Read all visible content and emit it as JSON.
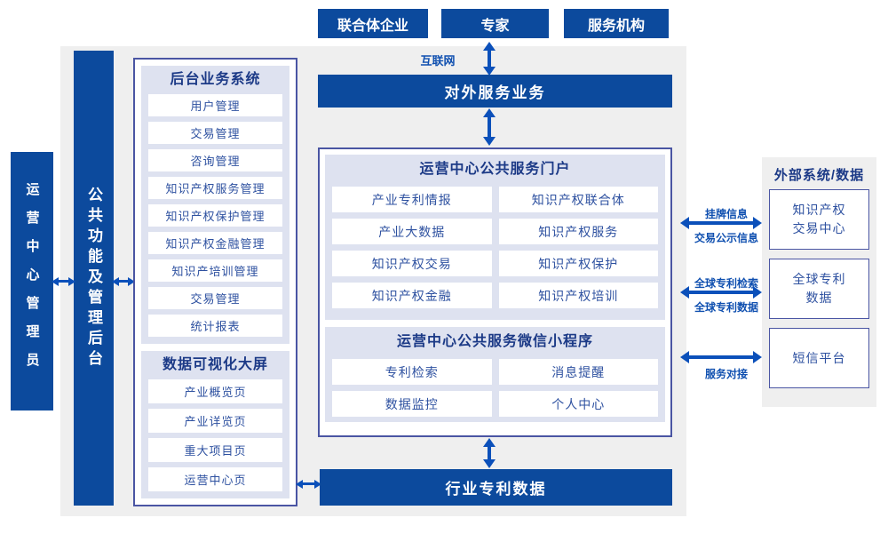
{
  "colors": {
    "primary_blue": "#0c4a9d",
    "arrow_blue": "#0b50ba",
    "panel_border": "#4a55a3",
    "subpanel_bg": "#dee2f0",
    "canvas_gray": "#efefef",
    "item_text": "#2e51a0",
    "title_text": "#1c3a87",
    "link_label_text": "#1050b0"
  },
  "top_actors": {
    "consortium": "联合体企业",
    "expert": "专家",
    "service_org": "服务机构"
  },
  "internet_label": "互联网",
  "external_service_bar": "对外服务业务",
  "left": {
    "admin_box": "运营中心管理员",
    "backend_bar": "公共功能及管理后台"
  },
  "backend_system": {
    "title": "后台业务系统",
    "items": [
      "用户管理",
      "交易管理",
      "咨询管理",
      "知识产权服务管理",
      "知识产权保护管理",
      "知识产权金融管理",
      "知识产培训管理",
      "交易管理",
      "统计报表"
    ]
  },
  "visualization": {
    "title": "数据可视化大屏",
    "items": [
      "产业概览页",
      "产业详览页",
      "重大项目页",
      "运营中心页"
    ]
  },
  "portal": {
    "title": "运营中心公共服务门户",
    "items": [
      "产业专利情报",
      "知识产权联合体",
      "产业大数据",
      "知识产权服务",
      "知识产权交易",
      "知识产权保护",
      "知识产权金融",
      "知识产权培训"
    ]
  },
  "miniprogram": {
    "title": "运营中心公共服务微信小程序",
    "items": [
      "专利检索",
      "消息提醒",
      "数据监控",
      "个人中心"
    ]
  },
  "industry_data_bar": "行业专利数据",
  "external": {
    "title": "外部系统/数据",
    "boxes": [
      {
        "lines": [
          "知识产权",
          "交易中心"
        ]
      },
      {
        "lines": [
          "全球专利",
          "数据"
        ]
      },
      {
        "lines": [
          "短信平台"
        ]
      }
    ]
  },
  "links": {
    "link1_top": "挂牌信息",
    "link1_bottom": "交易公示信息",
    "link2_top": "全球专利检索",
    "link2_bottom": "全球专利数据",
    "link3_bottom": "服务对接"
  }
}
